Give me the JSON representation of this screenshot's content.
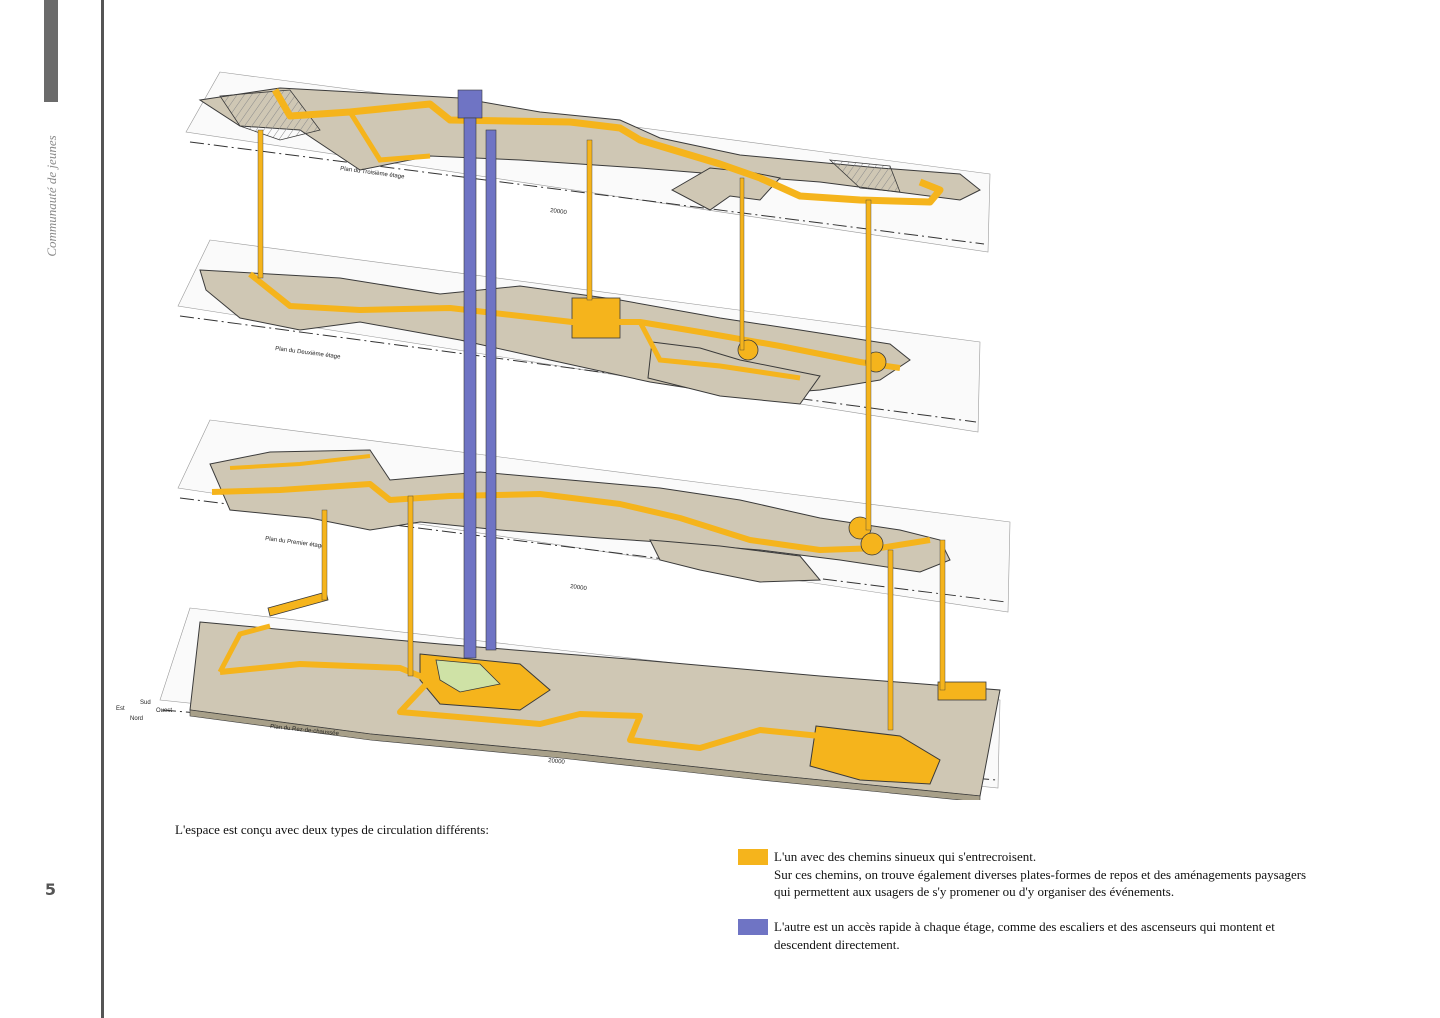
{
  "sidebar": {
    "title": "Communauté de jeunes",
    "page_number": "5"
  },
  "diagram": {
    "floors": [
      {
        "label": "Plan du Troisième étage",
        "dimension": "20000"
      },
      {
        "label": "Plan du Deuxième étage",
        "dimension": ""
      },
      {
        "label": "Plan du Premier étage",
        "dimension": "20000"
      },
      {
        "label": "Plan du Rez-de-chaussée",
        "dimension": "20000"
      }
    ],
    "compass": {
      "north": "Nord",
      "south": "Sud",
      "east": "Est",
      "west": "Ouest"
    },
    "colors": {
      "sinuous_path": "#f5b41c",
      "direct_access": "#6f74c4",
      "floor_slab": "#cfc7b4",
      "floor_outline": "#3a3a3a"
    }
  },
  "intro": "L'espace est conçu avec deux types de circulation différents:",
  "legend": [
    {
      "color": "#f5b41c",
      "lines": [
        "L'un avec des chemins sinueux qui s'entrecroisent.",
        "Sur ces chemins, on trouve également diverses plates-formes de repos et des aménagements paysagers",
        "qui permettent aux usagers de s'y promener ou d'y organiser des événements."
      ]
    },
    {
      "color": "#6f74c4",
      "lines": [
        "L'autre est un accès rapide à chaque étage, comme des escaliers et des ascenseurs qui montent et",
        "descendent directement."
      ]
    }
  ]
}
